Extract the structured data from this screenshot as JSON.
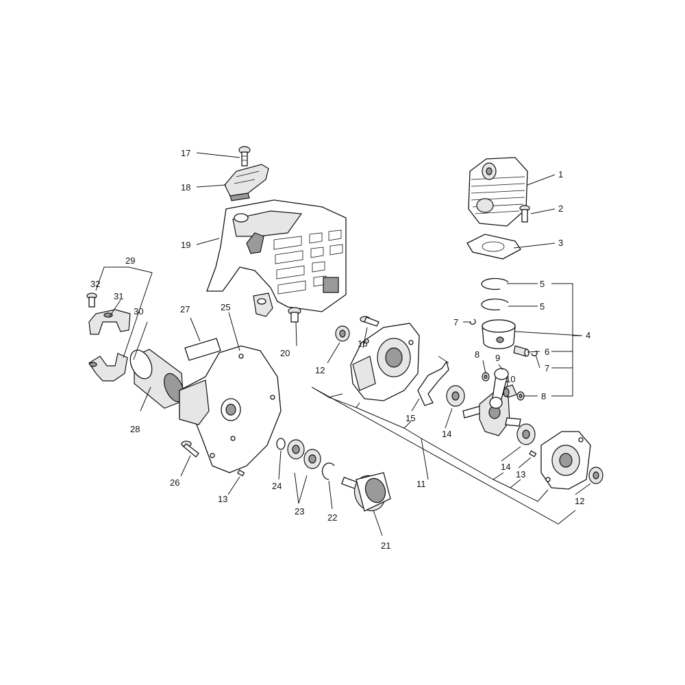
{
  "labels": {
    "l1": "1",
    "l2": "2",
    "l3": "3",
    "l4": "4",
    "l5a": "5",
    "l5b": "5",
    "l6": "6",
    "l7a": "7",
    "l7b": "7",
    "l8a": "8",
    "l8b": "8",
    "l9": "9",
    "l10": "10",
    "l11": "11",
    "l12a": "12",
    "l12b": "12",
    "l13a": "13",
    "l13b": "13",
    "l14a": "14",
    "l14b": "14",
    "l15": "15",
    "l16": "16",
    "l17": "17",
    "l18": "18",
    "l19": "19",
    "l20": "20",
    "l21": "21",
    "l22": "22",
    "l23": "23",
    "l24": "24",
    "l25": "25",
    "l26": "26",
    "l27": "27",
    "l28": "28",
    "l29": "29",
    "l30": "30",
    "l31": "31",
    "l32": "32"
  }
}
